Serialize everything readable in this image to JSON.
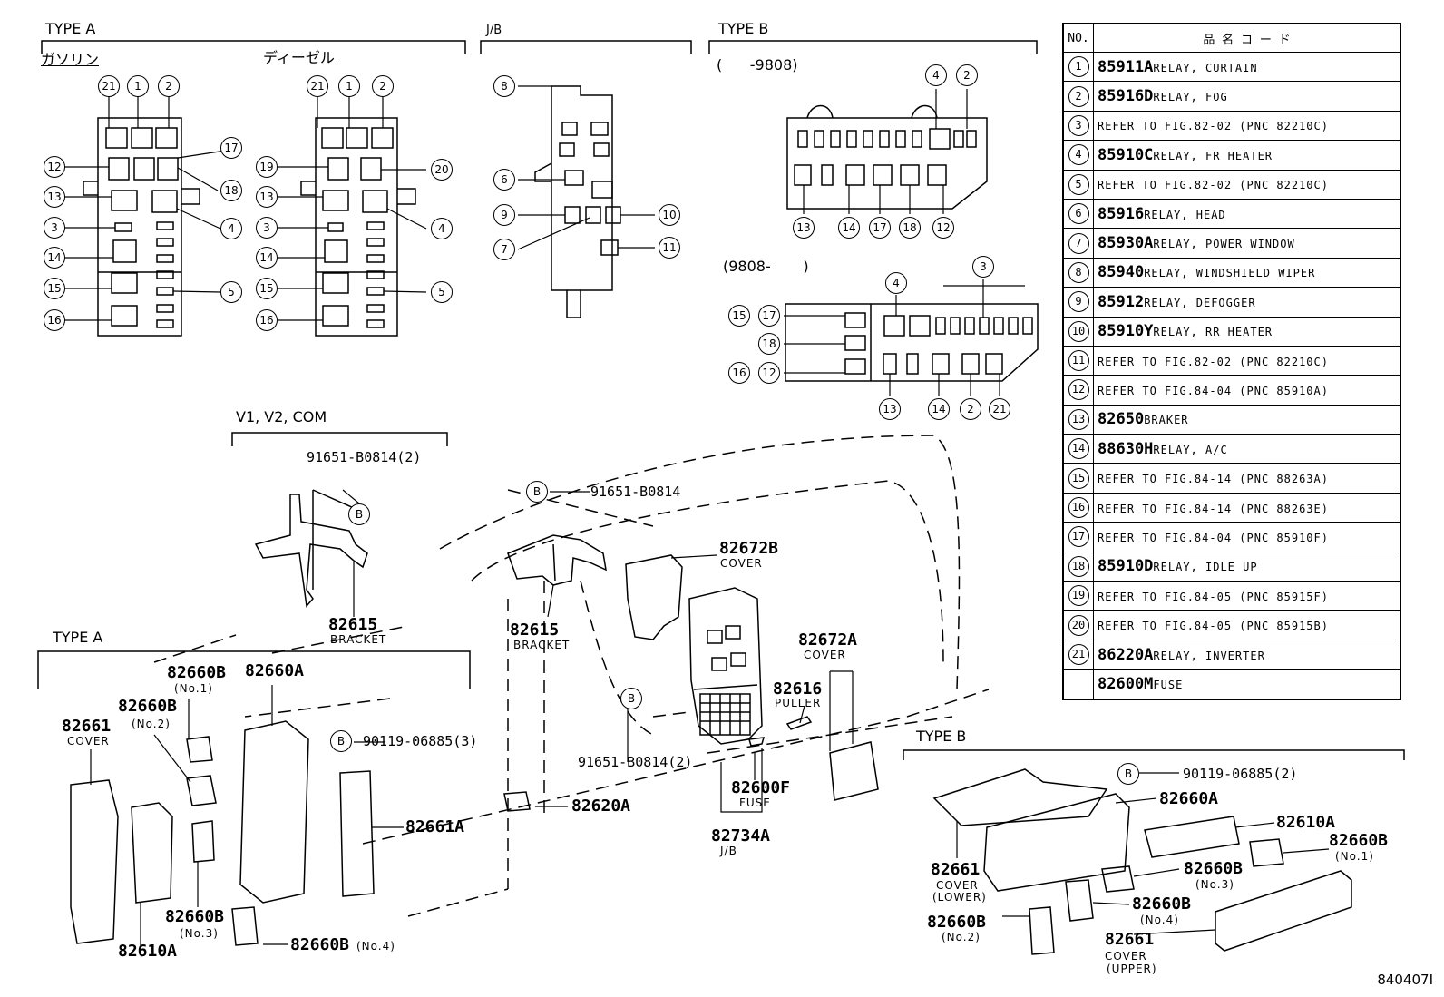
{
  "sections": {
    "type_a_top": "TYPE A",
    "gasoline": "ガソリン",
    "diesel": "ディーゼル",
    "jb": "J/B",
    "type_b_top": "TYPE B",
    "type_b_range_early": "(      -9808)",
    "type_b_range_late": "(9808-       )",
    "v1v2com": "V1, V2, COM",
    "type_a_bottom": "TYPE A",
    "type_b_bottom": "TYPE B"
  },
  "callouts": {
    "c1": "1",
    "c2": "2",
    "c3": "3",
    "c4": "4",
    "c5": "5",
    "c6": "6",
    "c7": "7",
    "c8": "8",
    "c9": "9",
    "c10": "10",
    "c11": "11",
    "c12": "12",
    "c13": "13",
    "c14": "14",
    "c15": "15",
    "c16": "16",
    "c17": "17",
    "c18": "18",
    "c19": "19",
    "c20": "20",
    "c21": "21",
    "b": "B"
  },
  "parts": {
    "p91651_2": "91651-B0814(2)",
    "p91651": "91651-B0814",
    "p91651_2b": "91651-B0814(2)",
    "p82615_a": "82615",
    "p82615_b": "82615",
    "bracket": "BRACKET",
    "p82672b": "82672B",
    "p82672a": "82672A",
    "cover": "COVER",
    "p82616": "82616",
    "puller": "PULLER",
    "p82600f": "82600F",
    "fuse": "FUSE",
    "p82734a": "82734A",
    "jb": "J/B",
    "p82620a": "82620A",
    "p82660b": "82660B",
    "p82660a": "82660A",
    "no1": "(No.1)",
    "no2": "(No.2)",
    "no3": "(No.3)",
    "no4": "(No.4)",
    "p82661": "82661",
    "p82661a": "82661A",
    "p82610a": "82610A",
    "p90119_3": "90119-06885(3)",
    "p90119_2": "90119-06885(2)",
    "cover_lower": "(LOWER)",
    "cover_upper": "(UPPER)"
  },
  "legend": {
    "header_no": "NO.",
    "header_name": "品 名 コ ー ド",
    "rows": [
      {
        "no": "1",
        "pnc": "85911A",
        "desc": "RELAY, CURTAIN"
      },
      {
        "no": "2",
        "pnc": "85916D",
        "desc": "RELAY, FOG"
      },
      {
        "no": "3",
        "pnc": "",
        "desc": "REFER TO FIG.82-02 (PNC 82210C)"
      },
      {
        "no": "4",
        "pnc": "85910C",
        "desc": "RELAY, FR HEATER"
      },
      {
        "no": "5",
        "pnc": "",
        "desc": "REFER TO FIG.82-02 (PNC 82210C)"
      },
      {
        "no": "6",
        "pnc": "85916",
        "desc": "RELAY, HEAD"
      },
      {
        "no": "7",
        "pnc": "85930A",
        "desc": "RELAY, POWER WINDOW"
      },
      {
        "no": "8",
        "pnc": "85940",
        "desc": "RELAY, WINDSHIELD WIPER"
      },
      {
        "no": "9",
        "pnc": "85912",
        "desc": "RELAY, DEFOGGER"
      },
      {
        "no": "10",
        "pnc": "85910Y",
        "desc": "RELAY, RR HEATER"
      },
      {
        "no": "11",
        "pnc": "",
        "desc": "REFER TO FIG.82-02 (PNC 82210C)"
      },
      {
        "no": "12",
        "pnc": "",
        "desc": "REFER TO FIG.84-04 (PNC 85910A)"
      },
      {
        "no": "13",
        "pnc": "82650",
        "desc": "BRAKER"
      },
      {
        "no": "14",
        "pnc": "88630H",
        "desc": "RELAY, A/C"
      },
      {
        "no": "15",
        "pnc": "",
        "desc": "REFER TO FIG.84-14 (PNC 88263A)"
      },
      {
        "no": "16",
        "pnc": "",
        "desc": "REFER TO FIG.84-14 (PNC 88263E)"
      },
      {
        "no": "17",
        "pnc": "",
        "desc": "REFER TO FIG.84-04 (PNC 85910F)"
      },
      {
        "no": "18",
        "pnc": "85910D",
        "desc": "RELAY, IDLE UP"
      },
      {
        "no": "19",
        "pnc": "",
        "desc": "REFER TO FIG.84-05 (PNC 85915F)"
      },
      {
        "no": "20",
        "pnc": "",
        "desc": "REFER TO FIG.84-05 (PNC 85915B)"
      },
      {
        "no": "21",
        "pnc": "86220A",
        "desc": "RELAY, INVERTER"
      },
      {
        "no": "",
        "pnc": "82600M",
        "desc": "FUSE"
      }
    ]
  },
  "figure_ref": "840407I"
}
